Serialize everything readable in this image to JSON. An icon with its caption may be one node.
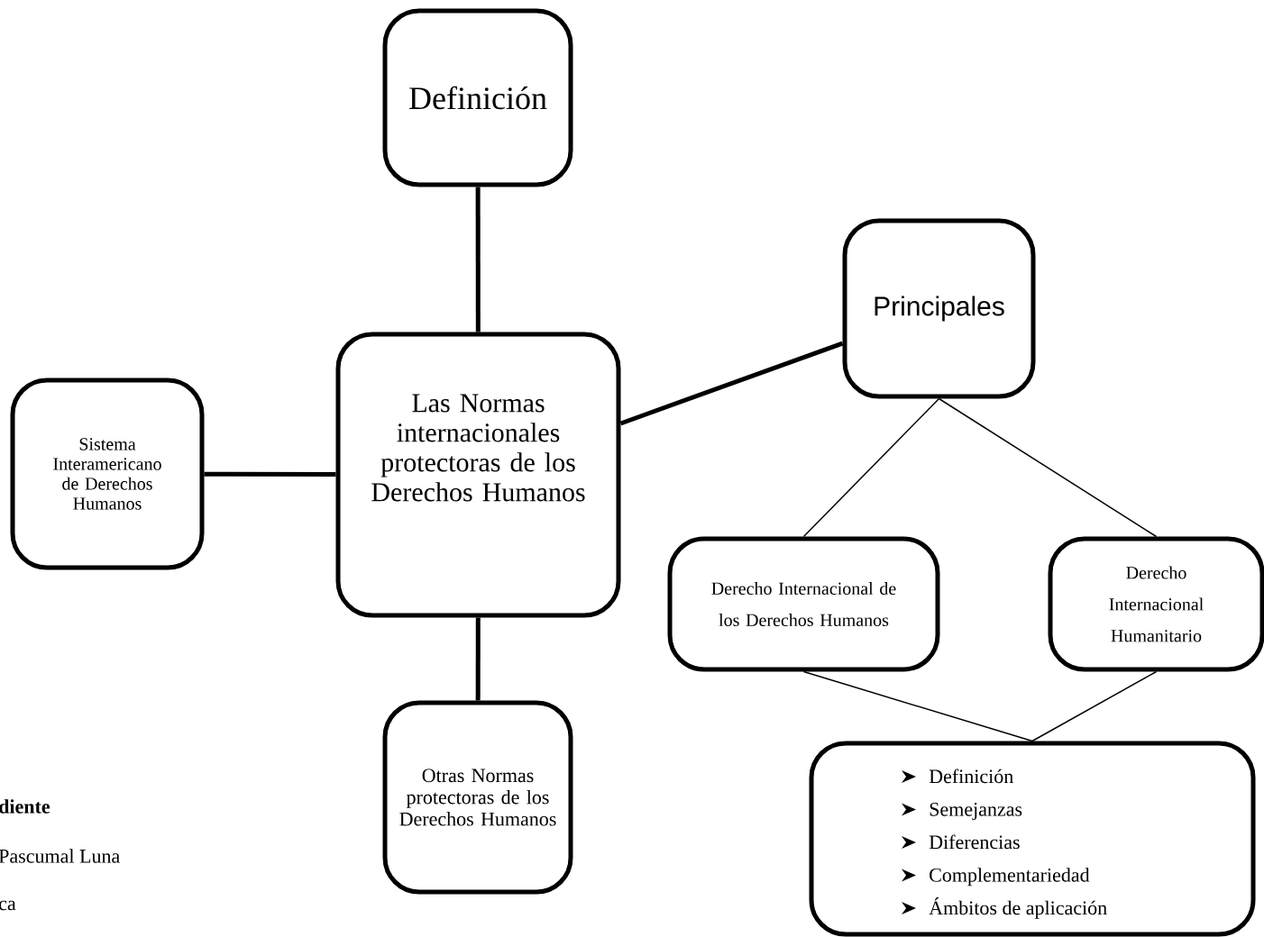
{
  "diagram": {
    "nodes": [
      {
        "text": [
          "Definición"
        ]
      },
      {
        "text": [
          "Principales"
        ]
      },
      {
        "text": [
          "Sistema Interamericano de Derechos Humanos"
        ]
      },
      {
        "text": [
          "Las Normas internacionales protectoras de los Derechos Humanos"
        ]
      },
      {
        "text": [
          "Derecho Internacional de los Derechos Humanos"
        ]
      },
      {
        "text": [
          "Derecho Internacional Humanitario"
        ]
      },
      {
        "text": [
          "Otras Normas protectoras de los Derechos Humanos"
        ]
      },
      {
        "text": [
          "Definición",
          "Semejanzas",
          "Diferencias",
          "Complementariedad",
          "Ámbitos de aplicación"
        ]
      }
    ],
    "edges": [
      {
        "from": 3,
        "to": 0,
        "arrow": "none",
        "style": "thick"
      },
      {
        "from": 3,
        "to": 1,
        "arrow": "none",
        "style": "thick"
      },
      {
        "from": 3,
        "to": 2,
        "arrow": "none",
        "style": "thick"
      },
      {
        "from": 3,
        "to": 6,
        "arrow": "none",
        "style": "thick"
      },
      {
        "from": 1,
        "to": 4,
        "arrow": "none"
      },
      {
        "from": 1,
        "to": 5,
        "arrow": "none"
      },
      {
        "from": 4,
        "to": 7,
        "arrow": "none"
      },
      {
        "from": 5,
        "to": 7,
        "arrow": "none"
      }
    ],
    "labels": [
      "diente",
      "Pascumal Luna",
      "ca"
    ]
  }
}
